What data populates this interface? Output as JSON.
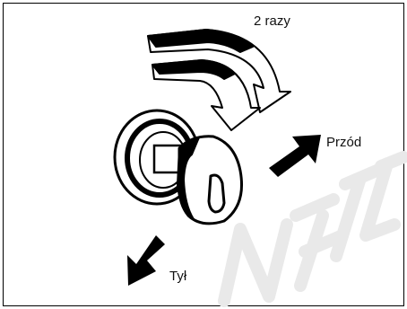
{
  "labels": {
    "two_times": "2 razy",
    "forward": "Przód",
    "backward": "Tył"
  },
  "colors": {
    "ink": "#000000",
    "watermark": "#e6e6e6",
    "background": "#ffffff"
  },
  "icons": [
    "rotation-arrow-icon",
    "forward-arrow-icon",
    "backward-arrow-icon",
    "key-icon",
    "lock-cylinder-icon"
  ]
}
